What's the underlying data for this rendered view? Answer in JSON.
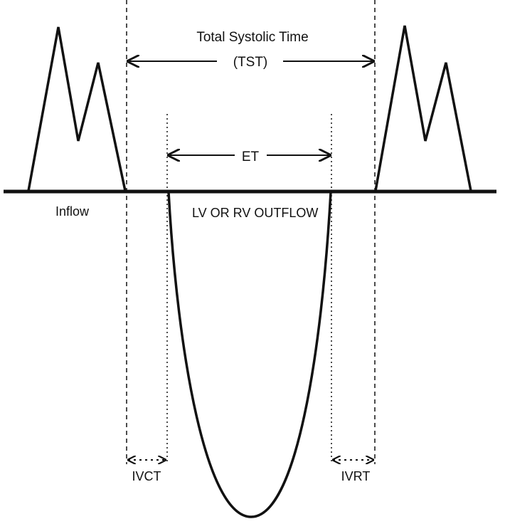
{
  "labels": {
    "total_systolic_time": "Total Systolic Time",
    "tst": "(TST)",
    "et": "ET",
    "inflow": "Inflow",
    "outflow": "LV OR RV OUTFLOW",
    "ivct": "IVCT",
    "ivrt": "IVRT"
  },
  "colors": {
    "stroke": "#111111",
    "background": "#ffffff"
  }
}
